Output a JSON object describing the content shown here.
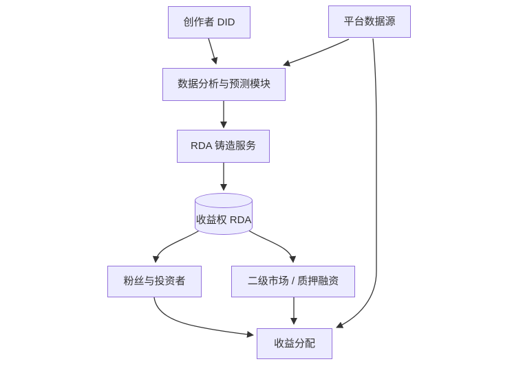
{
  "diagram": {
    "type": "flowchart",
    "direction": "top-down",
    "colors": {
      "node_fill": "#ECECFF",
      "node_border": "#9370DB",
      "edge": "#333333",
      "text": "#333333",
      "background": "#ffffff"
    },
    "nodes": [
      {
        "id": "creator-did",
        "label": "创作者 DID",
        "shape": "rect"
      },
      {
        "id": "platform-data-source",
        "label": "平台数据源",
        "shape": "rect"
      },
      {
        "id": "analysis-module",
        "label": "数据分析与预测模块",
        "shape": "rect"
      },
      {
        "id": "rda-minting-service",
        "label": "RDA 铸造服务",
        "shape": "rect"
      },
      {
        "id": "revenue-rda",
        "label": "收益权 RDA",
        "shape": "cylinder"
      },
      {
        "id": "fans-investors",
        "label": "粉丝与投资者",
        "shape": "rect"
      },
      {
        "id": "secondary-market",
        "label": "二级市场 / 质押融资",
        "shape": "rect"
      },
      {
        "id": "revenue-distribution",
        "label": "收益分配",
        "shape": "rect"
      }
    ],
    "edges": [
      {
        "from": "creator-did",
        "to": "analysis-module"
      },
      {
        "from": "platform-data-source",
        "to": "analysis-module"
      },
      {
        "from": "platform-data-source",
        "to": "revenue-distribution"
      },
      {
        "from": "analysis-module",
        "to": "rda-minting-service"
      },
      {
        "from": "rda-minting-service",
        "to": "revenue-rda"
      },
      {
        "from": "revenue-rda",
        "to": "fans-investors"
      },
      {
        "from": "revenue-rda",
        "to": "secondary-market"
      },
      {
        "from": "fans-investors",
        "to": "revenue-distribution"
      },
      {
        "from": "secondary-market",
        "to": "revenue-distribution"
      }
    ]
  }
}
